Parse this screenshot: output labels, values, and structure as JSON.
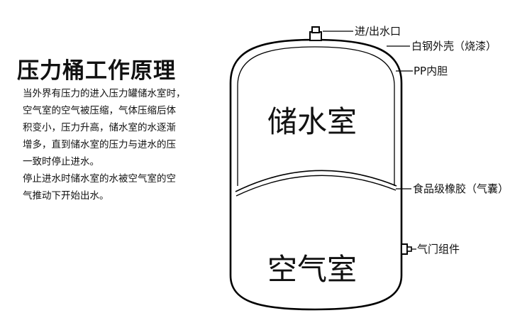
{
  "title": "压力桶工作原理",
  "description_lines": [
    "当外界有压力的进入压力罐储水室时，",
    "空气室的空气被压缩，气体压缩后体",
    "积变小，压力升高，储水室的水逐渐",
    "增多，直到储水室的压力与进水的压",
    "一致时停止进水。",
    "停止进水时储水室的水被空气室的空",
    "气推动下开始出水。"
  ],
  "chambers": {
    "water": "储水室",
    "air": "空气室"
  },
  "callouts": {
    "inlet_outlet": "进/出水口",
    "steel_shell": "白钢外壳（烧漆）",
    "pp_liner": "PP内胆",
    "rubber_bladder": "食品级橡胶（气囊）",
    "air_valve": "气门组件"
  }
}
